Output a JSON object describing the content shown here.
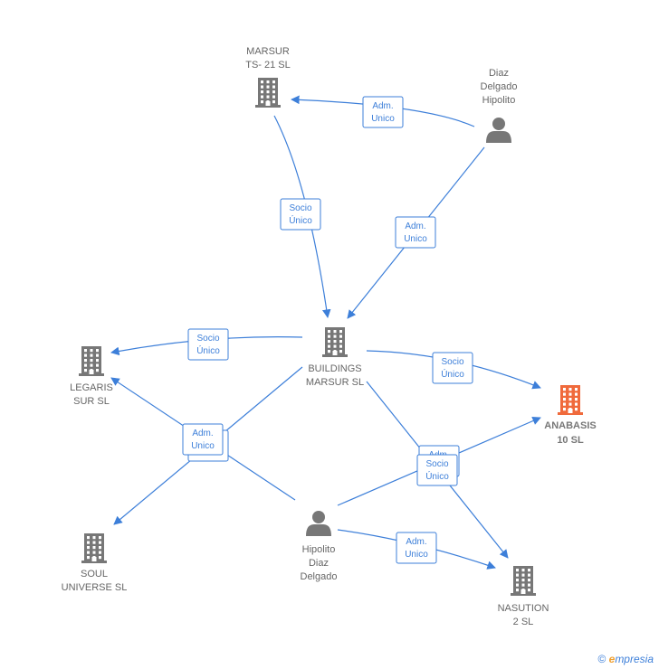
{
  "colors": {
    "edge": "#3d7fd9",
    "node": "#777777",
    "focus": "#f06a3c"
  },
  "nodes": [
    {
      "id": "marsur",
      "type": "company",
      "lines": [
        "MARSUR",
        "TS- 21 SL"
      ],
      "icon": "building-icon"
    },
    {
      "id": "diaz",
      "type": "person",
      "lines": [
        "Diaz",
        "Delgado",
        "Hipolito"
      ],
      "icon": "person-icon"
    },
    {
      "id": "buildings",
      "type": "company",
      "lines": [
        "BUILDINGS",
        "MARSUR  SL"
      ],
      "icon": "building-icon"
    },
    {
      "id": "legaris",
      "type": "company",
      "lines": [
        "LEGARIS",
        "SUR  SL"
      ],
      "icon": "building-icon"
    },
    {
      "id": "anabasis",
      "type": "company",
      "focus": true,
      "lines": [
        "ANABASIS",
        "10  SL"
      ],
      "icon": "building-icon"
    },
    {
      "id": "soul",
      "type": "company",
      "lines": [
        "SOUL",
        "UNIVERSE  SL"
      ],
      "icon": "building-icon"
    },
    {
      "id": "hipolito",
      "type": "person",
      "lines": [
        "Hipolito",
        "Diaz",
        "Delgado"
      ],
      "icon": "person-icon"
    },
    {
      "id": "nasution",
      "type": "company",
      "lines": [
        "NASUTION",
        "2  SL"
      ],
      "icon": "building-icon"
    }
  ],
  "edges": [
    {
      "from": "diaz",
      "to": "marsur",
      "label": [
        "Adm.",
        "Unico"
      ]
    },
    {
      "from": "marsur",
      "to": "buildings",
      "label": [
        "Socio",
        "Único"
      ]
    },
    {
      "from": "diaz",
      "to": "buildings",
      "label": [
        "Adm.",
        "Unico"
      ]
    },
    {
      "from": "buildings",
      "to": "legaris",
      "label": [
        "Socio",
        "Único"
      ]
    },
    {
      "from": "buildings",
      "to": "anabasis",
      "label": [
        "Socio",
        "Único"
      ]
    },
    {
      "from": "buildings",
      "to": "soul",
      "label": [
        "Adm.",
        "Unico"
      ]
    },
    {
      "from": "hipolito",
      "to": "legaris",
      "label": [
        "Adm.",
        "Unico"
      ]
    },
    {
      "from": "buildings",
      "to": "nasution",
      "label": [
        "Adm.",
        "Unico"
      ]
    },
    {
      "from": "hipolito",
      "to": "anabasis",
      "label": [
        "Socio",
        "Único"
      ]
    },
    {
      "from": "hipolito",
      "to": "nasution",
      "label": [
        "Adm.",
        "Unico"
      ]
    }
  ],
  "footer": {
    "copyright": "©",
    "brand_initial": "e",
    "brand_rest": "mpresia"
  }
}
